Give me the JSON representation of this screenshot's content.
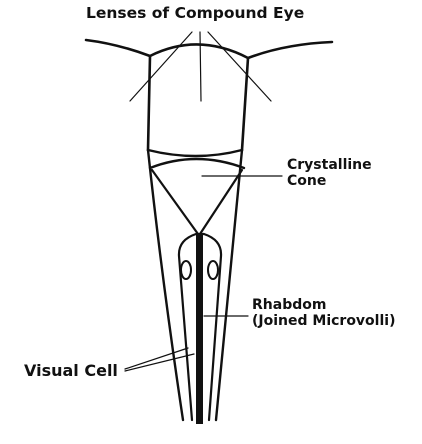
{
  "labels": {
    "lenses": "Lenses of Compound Eye",
    "cone_line1": "Crystalline",
    "cone_line2": "Cone",
    "rhabdom_line1": "Rhabdom",
    "rhabdom_line2": "(Joined Microvolli)",
    "visual_cell": "Visual Cell"
  },
  "colors": {
    "stroke": "#111111",
    "background": "#ffffff"
  }
}
